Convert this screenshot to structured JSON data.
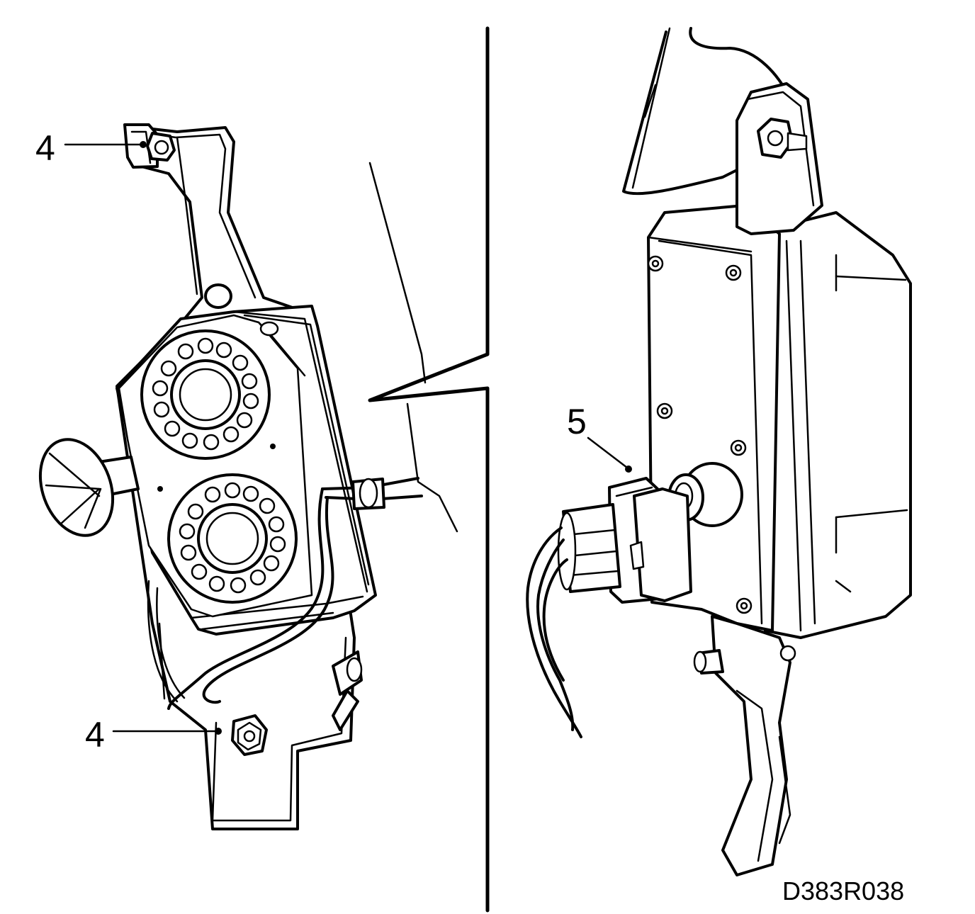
{
  "figure_code": "D383R038",
  "callouts": {
    "left_top": "4",
    "left_bottom": "4",
    "right_connector": "5"
  }
}
